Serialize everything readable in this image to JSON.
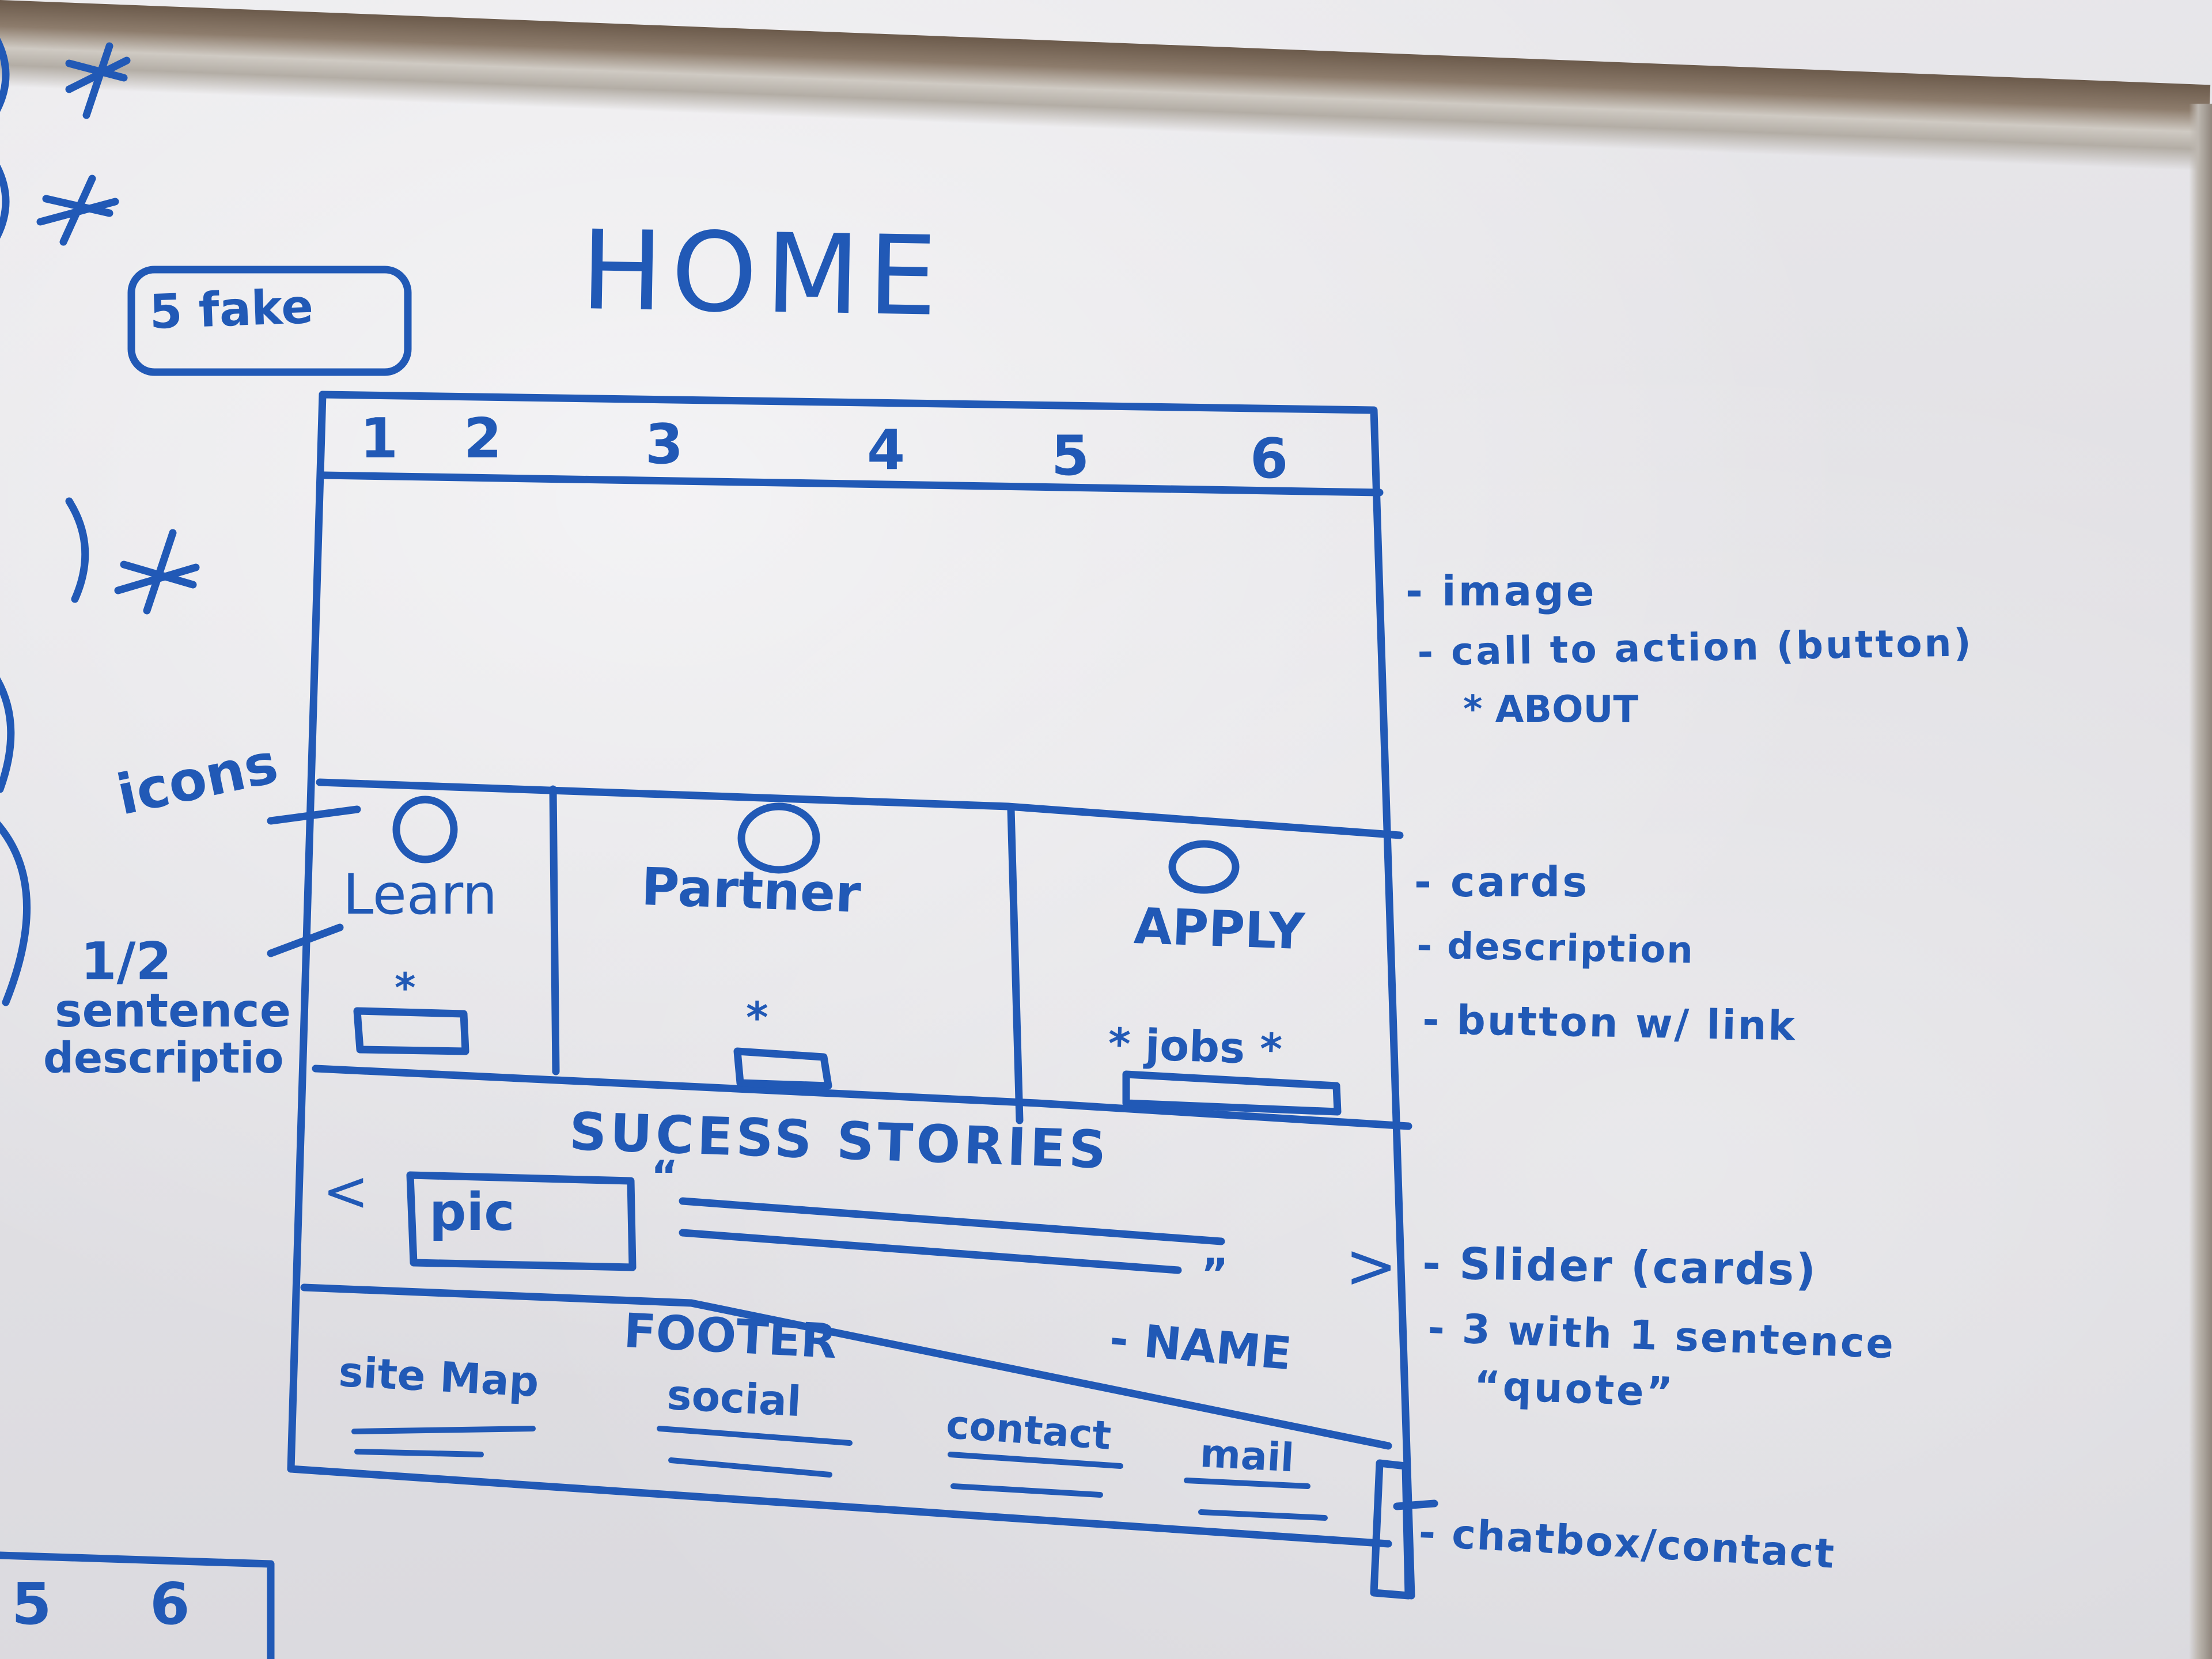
{
  "title": "HOME",
  "left_margin": {
    "box_label": "5 fake",
    "labels": {
      "icons": "icons",
      "half": "1/2",
      "sentence": "sentence",
      "description": "descriptio"
    },
    "bottom_numbers": [
      "5",
      "6"
    ]
  },
  "nav": {
    "items": [
      "1",
      "2",
      "3",
      "4",
      "5",
      "6"
    ]
  },
  "cards": [
    {
      "title": "Learn",
      "star": "*"
    },
    {
      "title": "Partner",
      "star": "*"
    },
    {
      "title": "APPLY",
      "note": "* jobs *"
    }
  ],
  "stories": {
    "title": "SUCESS STORIES",
    "pic": "pic",
    "prev": "<",
    "next": ">",
    "quote_open": "“",
    "quote_close": "”",
    "name": "- NAME"
  },
  "footer": {
    "title": "FOOTER",
    "columns": [
      "site Map",
      "social",
      "contact",
      "mail"
    ]
  },
  "annotations": [
    "- image",
    "- call to action (button)",
    "* ABOUT",
    "- cards",
    "- description",
    "- button w/ link",
    "- Slider (cards)",
    "- 3 with 1 sentence",
    "“quote”",
    "- chatbox/contact"
  ]
}
